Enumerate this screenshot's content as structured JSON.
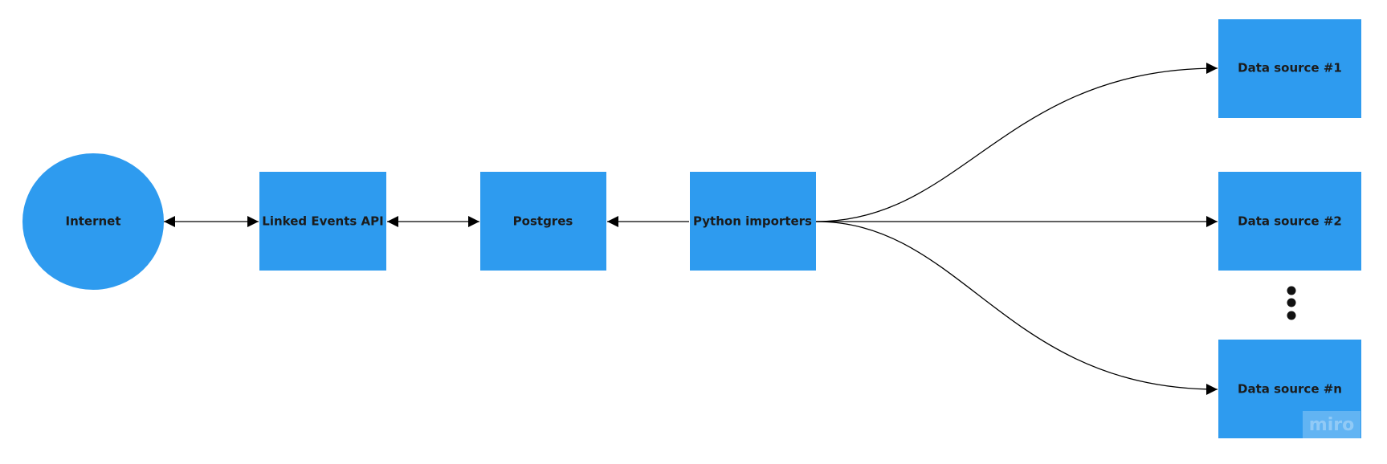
{
  "colors": {
    "node_fill": "#2e9bef",
    "edge": "#000000",
    "label": "#1b1b1b"
  },
  "nodes": {
    "internet": {
      "label": "Internet",
      "shape": "circle"
    },
    "linked_events_api": {
      "label": "Linked Events API",
      "shape": "rectangle"
    },
    "postgres": {
      "label": "Postgres",
      "shape": "rectangle"
    },
    "python_importers": {
      "label": "Python importers",
      "shape": "rectangle"
    },
    "data_source_1": {
      "label": "Data source #1",
      "shape": "rectangle"
    },
    "data_source_2": {
      "label": "Data source #2",
      "shape": "rectangle"
    },
    "data_source_n": {
      "label": "Data source #n",
      "shape": "rectangle"
    }
  },
  "edges": [
    {
      "from": "internet",
      "to": "linked_events_api",
      "direction": "both"
    },
    {
      "from": "linked_events_api",
      "to": "postgres",
      "direction": "both"
    },
    {
      "from": "python_importers",
      "to": "postgres",
      "direction": "forward"
    },
    {
      "from": "python_importers",
      "to": "data_source_1",
      "direction": "forward",
      "style": "curved"
    },
    {
      "from": "python_importers",
      "to": "data_source_2",
      "direction": "forward",
      "style": "straight"
    },
    {
      "from": "python_importers",
      "to": "data_source_n",
      "direction": "forward",
      "style": "curved"
    }
  ],
  "ellipsis": {
    "icon": "vertical-ellipsis"
  },
  "watermark": {
    "text": "miro",
    "icon": "miro-logo"
  }
}
